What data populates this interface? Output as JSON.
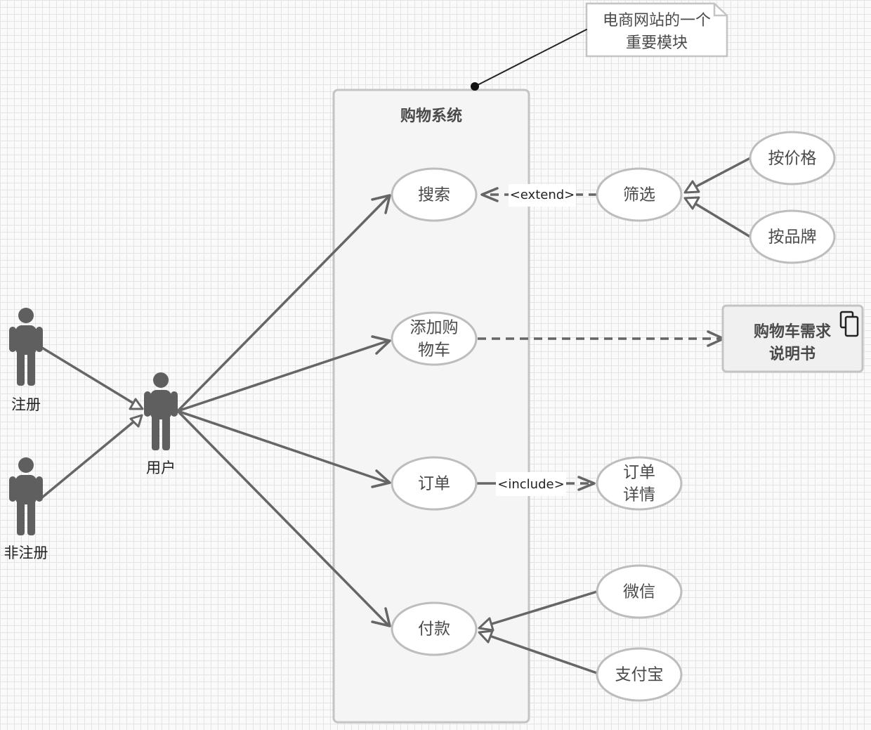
{
  "system": {
    "title": "购物系统"
  },
  "note": {
    "line1": "电商网站的一个",
    "line2": "重要模块"
  },
  "actors": {
    "registered": "注册",
    "unregistered": "非注册",
    "user": "用户"
  },
  "use_cases": {
    "search": "搜索",
    "add_cart_line1": "添加购",
    "add_cart_line2": "物车",
    "order": "订单",
    "pay": "付款",
    "filter": "筛选",
    "by_price": "按价格",
    "by_brand": "按品牌",
    "order_detail_line1": "订单",
    "order_detail_line2": "详情",
    "wechat": "微信",
    "alipay": "支付宝"
  },
  "stereotypes": {
    "extend": "<extend>",
    "include": "<include>"
  },
  "document": {
    "line1": "购物车需求",
    "line2": "说明书",
    "icon": "copy-icon"
  },
  "colors": {
    "line": "#666666",
    "ellipse_stroke": "#bdbdbd",
    "actor": "#5f5f5f",
    "system_bg": "#f5f5f5"
  }
}
